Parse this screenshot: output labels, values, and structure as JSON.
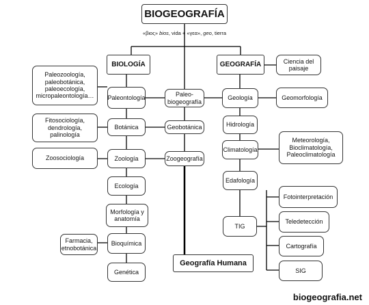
{
  "title": "BIOGEOGRAFÍA",
  "subtitle": {
    "part1": "«βιος» ",
    "part2": "bios",
    "part3": ", vida + «γεα», ",
    "part4": "geo",
    "part5": ", tierra"
  },
  "headers": {
    "biologia": "BIOLOGÍA",
    "geografia": "GEOGRAFÍA"
  },
  "biology_nodes": {
    "paleontologia": "Paleontología",
    "botanica": "Botánica",
    "zoologia": "Zoología",
    "ecologia": "Ecología",
    "morfologia": "Morfología y\nanatomía",
    "bioquimica": "Bioquímica",
    "genetica": "Genética"
  },
  "biology_side": {
    "paleo": "Paleozoología,\npaleobotánica,\npaleoecología,\nmicropaleontología…",
    "botanica": "Fitosociología,\ndendrología,\npalinología",
    "zoologia": "Zoosociología",
    "bioquimica": "Farmacia,\netnobotánica"
  },
  "center_nodes": {
    "paleobio": "Paleo-\nbiogeografía",
    "geobotanica": "Geobotánica",
    "zoogeografia": "Zoogeografía",
    "humana": "Geografía Humana"
  },
  "geography_nodes": {
    "geologia": "Geología",
    "hidrologia": "Hidrología",
    "climatologia": "Climatología",
    "edafologia": "Edafología",
    "tig": "TIG"
  },
  "geography_side": {
    "paisaje": "Ciencia del\npaisaje",
    "geomorfologia": "Geomorfología",
    "clima": "Meteorología,\nBioclimatología,\nPaleoclimatología"
  },
  "tig_children": {
    "foto": "Fotointerpretación",
    "tele": "Teledetección",
    "carto": "Cartografía",
    "sig": "SIG"
  },
  "footer": "biogeografia.net"
}
